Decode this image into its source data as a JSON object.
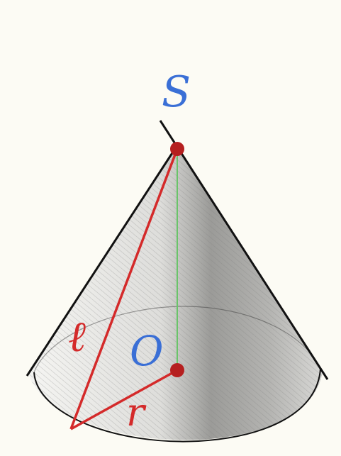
{
  "labels": {
    "apex": "S",
    "center": "O",
    "slant": "ℓ",
    "radius": "r"
  },
  "colors": {
    "background": "#fcfbf4",
    "apex_label": "#3a6fd6",
    "center_label": "#3a6fd6",
    "slant_line": "#d42a2a",
    "radius_line": "#d42a2a",
    "height_line": "#6ac46a",
    "points": "#b51f1f",
    "outline": "#111111"
  }
}
